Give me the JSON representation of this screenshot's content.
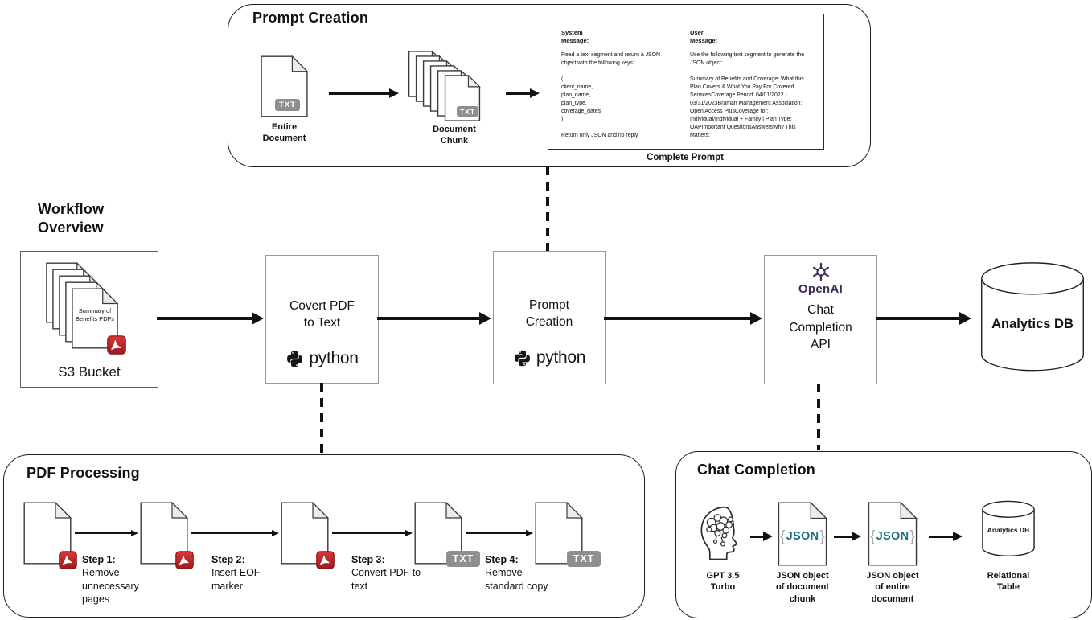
{
  "prompt_creation": {
    "title": "Prompt Creation",
    "entire_document": {
      "badge": "TXT",
      "label": "Entire\nDocument"
    },
    "document_chunk": {
      "badge": "TXT",
      "label": "Document\nChunk"
    },
    "complete_prompt": {
      "system_heading": "System\nMessage:",
      "system_body": "Read a text segment and return a JSON\nobject with the following keys:\n\n(\nclient_name,\nplan_name,\nplan_type,\ncoverage_dates\n)\n\nReturn only JSON and no reply.",
      "user_heading": "User\nMessage:",
      "user_body": "Use the following text segment to generate the\nJSON object:\n\nSummary of Benefits and Coverage: What this\nPlan Covers & What You Pay For Covered\nServicesCoverage Period: 04/01/2022 -\n03/31/2023Braman Management Association:\nOpen Access PlusCoverage for:\nIndividual/Individual + Family | Plan Type:\nOAPImportant QuestionsAnswersWhy This\nMatters:",
      "caption": "Complete Prompt"
    }
  },
  "workflow_overview": {
    "title": "Workflow\nOverview",
    "s3_bucket": {
      "document_text": "Summary of\nBenefits PDFs",
      "label": "S3 Bucket"
    },
    "convert_pdf": {
      "label": "Covert PDF\nto Text",
      "tech_wordmark": "python"
    },
    "prompt_creation": {
      "label": "Prompt\nCreation",
      "tech_wordmark": "python"
    },
    "openai": {
      "wordmark": "OpenAI",
      "label": "Chat\nCompletion\nAPI"
    },
    "analytics_db": {
      "label": "Analytics DB"
    }
  },
  "pdf_processing": {
    "title": "PDF Processing",
    "txt_badge": "TXT",
    "steps": [
      {
        "label": "Step 1:",
        "description": "Remove\nunnecessary\npages"
      },
      {
        "label": "Step 2:",
        "description": "Insert EOF\nmarker"
      },
      {
        "label": "Step 3:",
        "description": "Convert PDF to\ntext"
      },
      {
        "label": "Step 4:",
        "description": "Remove\nstandard copy"
      }
    ]
  },
  "chat_completion": {
    "title": "Chat Completion",
    "gpt_label": "GPT 3.5\nTurbo",
    "json_badge": "JSON",
    "chunk_output_label": "JSON object\nof document\nchunk",
    "document_output_label": "JSON object\nof entire\ndocument",
    "db_name": "Analytics DB",
    "db_label": "Relational\nTable"
  },
  "colors": {
    "openai_purple": "#3e2b56",
    "json_teal": "#1a6e86",
    "pdf_red": "#c02a2a",
    "txt_gray": "#8f8f8f",
    "line_black": "#111111",
    "box_border_gray": "#999999"
  }
}
